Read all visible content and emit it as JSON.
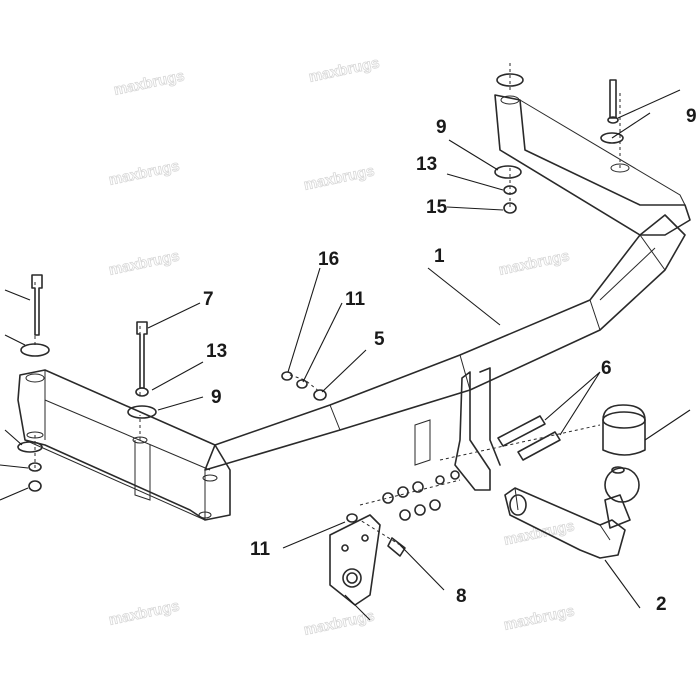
{
  "watermark": "maxbrugs",
  "labels": {
    "frame": "1",
    "ball": "2",
    "bolt_top": "5",
    "bolts_pins": "6",
    "bolt_left": "7",
    "bolt_bracket": "8",
    "washer_right": "9",
    "washer_left": "9",
    "nut_mid": "11",
    "nut_bottom": "11",
    "washer_small_right": "13",
    "washer_small_left": "13",
    "nut_right": "15",
    "bolt_small": "16"
  }
}
